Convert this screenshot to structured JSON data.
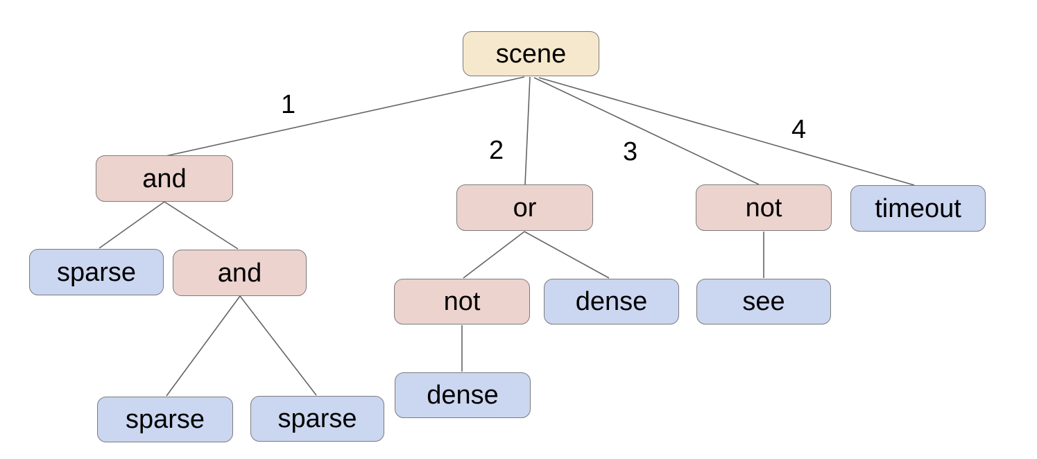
{
  "diagram": {
    "type": "tree",
    "colors": {
      "root_fill": "#f6e8cc",
      "operator_fill": "#ecd3ce",
      "leaf_fill": "#cbd6f0",
      "border": "#7b7b7b",
      "edge": "#636363",
      "text": "#000000"
    },
    "nodes": [
      {
        "id": "scene",
        "label": "scene",
        "kind": "root"
      },
      {
        "id": "and-1",
        "label": "and",
        "kind": "operator"
      },
      {
        "id": "or-1",
        "label": "or",
        "kind": "operator"
      },
      {
        "id": "not-1",
        "label": "not",
        "kind": "operator"
      },
      {
        "id": "timeout",
        "label": "timeout",
        "kind": "leaf"
      },
      {
        "id": "sparse-1",
        "label": "sparse",
        "kind": "leaf"
      },
      {
        "id": "and-2",
        "label": "and",
        "kind": "operator"
      },
      {
        "id": "not-2",
        "label": "not",
        "kind": "operator"
      },
      {
        "id": "dense-1",
        "label": "dense",
        "kind": "leaf"
      },
      {
        "id": "see",
        "label": "see",
        "kind": "leaf"
      },
      {
        "id": "sparse-2",
        "label": "sparse",
        "kind": "leaf"
      },
      {
        "id": "sparse-3",
        "label": "sparse",
        "kind": "leaf"
      },
      {
        "id": "dense-2",
        "label": "dense",
        "kind": "leaf"
      }
    ],
    "edges": [
      {
        "from": "scene",
        "to": "and-1",
        "label": "1"
      },
      {
        "from": "scene",
        "to": "or-1",
        "label": "2"
      },
      {
        "from": "scene",
        "to": "not-1",
        "label": "3"
      },
      {
        "from": "scene",
        "to": "timeout",
        "label": "4"
      },
      {
        "from": "and-1",
        "to": "sparse-1",
        "label": ""
      },
      {
        "from": "and-1",
        "to": "and-2",
        "label": ""
      },
      {
        "from": "and-2",
        "to": "sparse-2",
        "label": ""
      },
      {
        "from": "and-2",
        "to": "sparse-3",
        "label": ""
      },
      {
        "from": "or-1",
        "to": "not-2",
        "label": ""
      },
      {
        "from": "or-1",
        "to": "dense-1",
        "label": ""
      },
      {
        "from": "not-2",
        "to": "dense-2",
        "label": ""
      },
      {
        "from": "not-1",
        "to": "see",
        "label": ""
      }
    ]
  }
}
